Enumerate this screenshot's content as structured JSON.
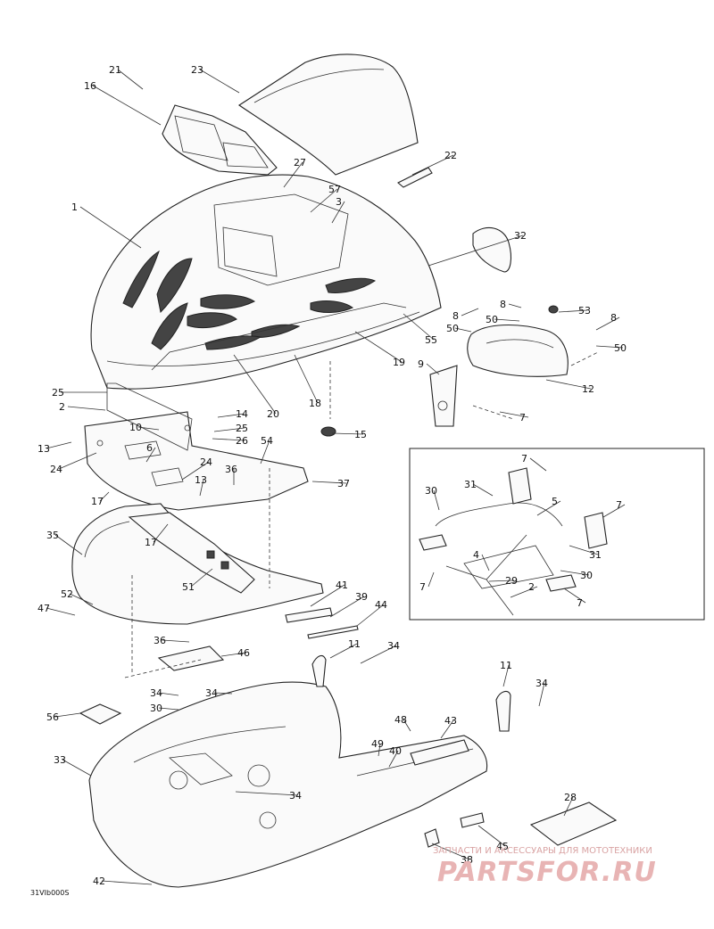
{
  "drawing_code": "31VIb000S",
  "watermark": {
    "text": "ЗАПЧАСТИ И АКСЕССУАРЫ ДЛЯ МОТОТЕХНИКИ",
    "logo": "PARTSFOR.RU"
  },
  "callouts": [
    {
      "id": "c21",
      "label": "21"
    },
    {
      "id": "c23",
      "label": "23"
    },
    {
      "id": "c16",
      "label": "16"
    },
    {
      "id": "c27",
      "label": "27"
    },
    {
      "id": "c22",
      "label": "22"
    },
    {
      "id": "c57",
      "label": "57"
    },
    {
      "id": "c3",
      "label": "3"
    },
    {
      "id": "c1",
      "label": "1"
    },
    {
      "id": "c32",
      "label": "32"
    },
    {
      "id": "c8a",
      "label": "8"
    },
    {
      "id": "c8b",
      "label": "8"
    },
    {
      "id": "c53",
      "label": "53"
    },
    {
      "id": "c8c",
      "label": "8"
    },
    {
      "id": "c50a",
      "label": "50"
    },
    {
      "id": "c50b",
      "label": "50"
    },
    {
      "id": "c50c",
      "label": "50"
    },
    {
      "id": "c55",
      "label": "55"
    },
    {
      "id": "c9",
      "label": "9"
    },
    {
      "id": "c19",
      "label": "19"
    },
    {
      "id": "c12",
      "label": "12"
    },
    {
      "id": "c25a",
      "label": "25"
    },
    {
      "id": "c2a",
      "label": "2"
    },
    {
      "id": "c14",
      "label": "14"
    },
    {
      "id": "c20",
      "label": "20"
    },
    {
      "id": "c18",
      "label": "18"
    },
    {
      "id": "c7a",
      "label": "7"
    },
    {
      "id": "c10",
      "label": "10"
    },
    {
      "id": "c25b",
      "label": "25"
    },
    {
      "id": "c15",
      "label": "15"
    },
    {
      "id": "c13a",
      "label": "13"
    },
    {
      "id": "c26",
      "label": "26"
    },
    {
      "id": "c6",
      "label": "6"
    },
    {
      "id": "c54",
      "label": "54"
    },
    {
      "id": "c24a",
      "label": "24"
    },
    {
      "id": "c24b",
      "label": "24"
    },
    {
      "id": "c13b",
      "label": "13"
    },
    {
      "id": "c36a",
      "label": "36"
    },
    {
      "id": "c37",
      "label": "37"
    },
    {
      "id": "c17a",
      "label": "17"
    },
    {
      "id": "c17b",
      "label": "17"
    },
    {
      "id": "c35",
      "label": "35"
    },
    {
      "id": "c51",
      "label": "51"
    },
    {
      "id": "c52",
      "label": "52"
    },
    {
      "id": "c41",
      "label": "41"
    },
    {
      "id": "c39",
      "label": "39"
    },
    {
      "id": "c47",
      "label": "47"
    },
    {
      "id": "c44",
      "label": "44"
    },
    {
      "id": "c36b",
      "label": "36"
    },
    {
      "id": "c46",
      "label": "46"
    },
    {
      "id": "c11a",
      "label": "11"
    },
    {
      "id": "c34a",
      "label": "34"
    },
    {
      "id": "c11b",
      "label": "11"
    },
    {
      "id": "c34b",
      "label": "34"
    },
    {
      "id": "c34c",
      "label": "34"
    },
    {
      "id": "c34d",
      "label": "34"
    },
    {
      "id": "c30a",
      "label": "30"
    },
    {
      "id": "c56",
      "label": "56"
    },
    {
      "id": "c48",
      "label": "48"
    },
    {
      "id": "c43",
      "label": "43"
    },
    {
      "id": "c49",
      "label": "49"
    },
    {
      "id": "c40",
      "label": "40"
    },
    {
      "id": "c33",
      "label": "33"
    },
    {
      "id": "c34e",
      "label": "34"
    },
    {
      "id": "c28",
      "label": "28"
    },
    {
      "id": "c45",
      "label": "45"
    },
    {
      "id": "c38",
      "label": "38"
    },
    {
      "id": "c42",
      "label": "42"
    },
    {
      "id": "c7b",
      "label": "7"
    },
    {
      "id": "c31a",
      "label": "31"
    },
    {
      "id": "c30b",
      "label": "30"
    },
    {
      "id": "c5",
      "label": "5"
    },
    {
      "id": "c7c",
      "label": "7"
    },
    {
      "id": "c31b",
      "label": "31"
    },
    {
      "id": "c30c",
      "label": "30"
    },
    {
      "id": "c4",
      "label": "4"
    },
    {
      "id": "c29",
      "label": "29"
    },
    {
      "id": "c2b",
      "label": "2"
    },
    {
      "id": "c7d",
      "label": "7"
    },
    {
      "id": "c7e",
      "label": "7"
    }
  ]
}
